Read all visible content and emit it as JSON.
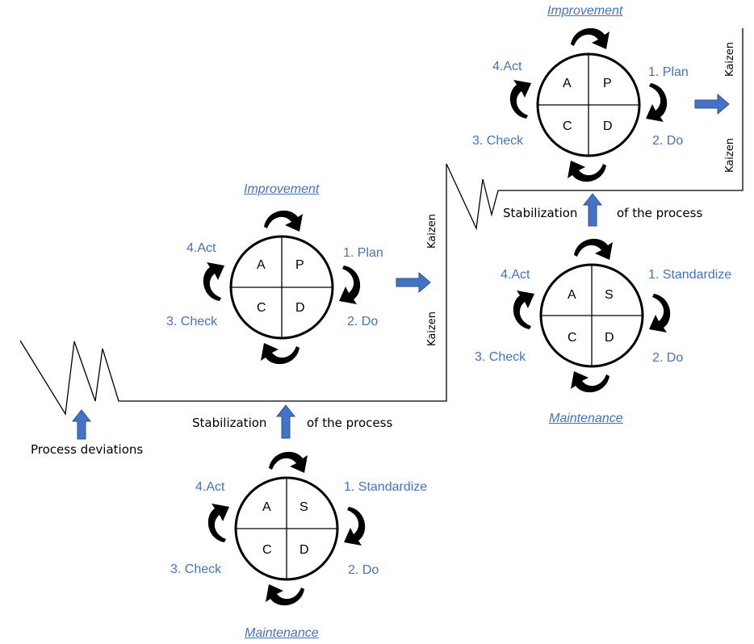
{
  "colors": {
    "accent": "#4472C4",
    "line": "#000000"
  },
  "process_deviations": "Process deviations",
  "kaizen_label": "Kaizen",
  "stabilization": {
    "left": "Stabilization",
    "right": "of the process"
  },
  "cycles": [
    {
      "id": "maintenance-1",
      "title": "Maintenance",
      "quadrants": {
        "top_left": "A",
        "top_right": "S",
        "bottom_left": "C",
        "bottom_right": "D"
      },
      "steps": {
        "step1": "1. Standardize",
        "step2": "2. Do",
        "step3": "3. Check",
        "step4": "4.Act"
      }
    },
    {
      "id": "improvement-1",
      "title": "Improvement",
      "quadrants": {
        "top_left": "A",
        "top_right": "P",
        "bottom_left": "C",
        "bottom_right": "D"
      },
      "steps": {
        "step1": "1. Plan",
        "step2": "2. Do",
        "step3": "3. Check",
        "step4": "4.Act"
      }
    },
    {
      "id": "maintenance-2",
      "title": "Maintenance",
      "quadrants": {
        "top_left": "A",
        "top_right": "S",
        "bottom_left": "C",
        "bottom_right": "D"
      },
      "steps": {
        "step1": "1. Standardize",
        "step2": "2. Do",
        "step3": "3. Check",
        "step4": "4.Act"
      }
    },
    {
      "id": "improvement-2",
      "title": "Improvement",
      "quadrants": {
        "top_left": "A",
        "top_right": "P",
        "bottom_left": "C",
        "bottom_right": "D"
      },
      "steps": {
        "step1": "1. Plan",
        "step2": "2. Do",
        "step3": "3. Check",
        "step4": "4.Act"
      }
    }
  ]
}
